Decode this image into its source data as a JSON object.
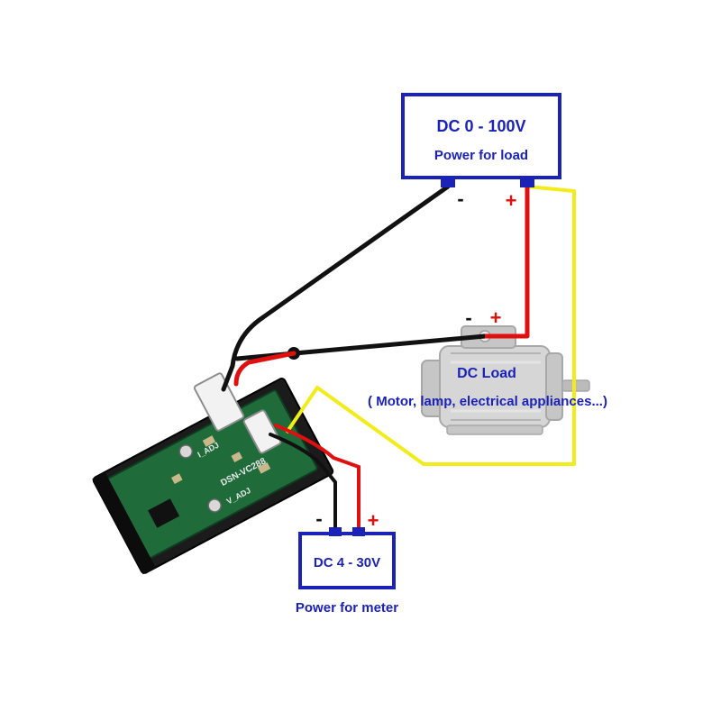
{
  "load_supply": {
    "title": "DC 0 - 100V",
    "subtitle": "Power for load",
    "minus": "-",
    "plus": "+"
  },
  "meter_supply": {
    "title": "DC 4 - 30V",
    "caption": "Power for meter",
    "minus": "-",
    "plus": "+"
  },
  "dc_load": {
    "title": "DC Load",
    "subtitle": "( Motor, lamp, electrical appliances...)",
    "minus": "-",
    "plus": "+"
  },
  "meter_board": {
    "model_label": "DSN-VC288",
    "adjust_labels": [
      "I_ADJ",
      "V_ADJ"
    ]
  },
  "colors": {
    "box_border": "#1a22b8",
    "text_blue": "#1a22b8",
    "wire_black": "#111111",
    "wire_red": "#e01010",
    "wire_yellow": "#f2ec1a",
    "motor_gray": "#c9c9c9",
    "pcb_green": "#1f6b3a"
  }
}
